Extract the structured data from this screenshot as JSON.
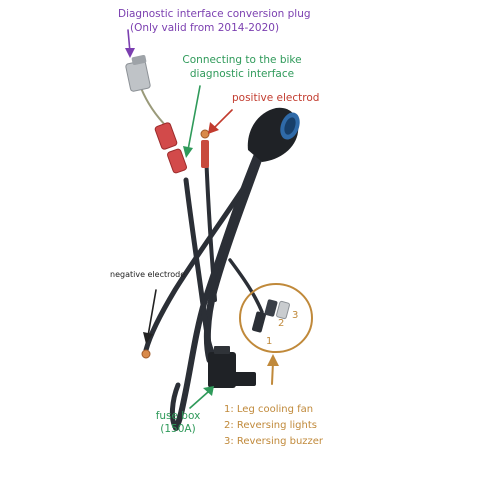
{
  "labels": {
    "conversion_plug_line1": "Diagnostic interface conversion plug",
    "conversion_plug_line2": "(Only valid from 2014-2020)",
    "connecting_line1": "Connecting to the bike",
    "connecting_line2": "diagnostic interface",
    "positive": "positive electrod",
    "negative": "negative electrode",
    "fuse_line1": "fuse box",
    "fuse_line2": "(150A)",
    "num1": "1",
    "num2": "2",
    "num3": "3",
    "legend": [
      "1:  Leg cooling fan",
      "2:  Reversing lights",
      "3:  Reversing buzzer"
    ]
  },
  "colors": {
    "purple": "#7b3fb0",
    "green": "#2f9a5a",
    "red": "#c23b2e",
    "orange": "#c0893a",
    "cable": "#2b2f36",
    "connector_red": "#d24a4a"
  }
}
